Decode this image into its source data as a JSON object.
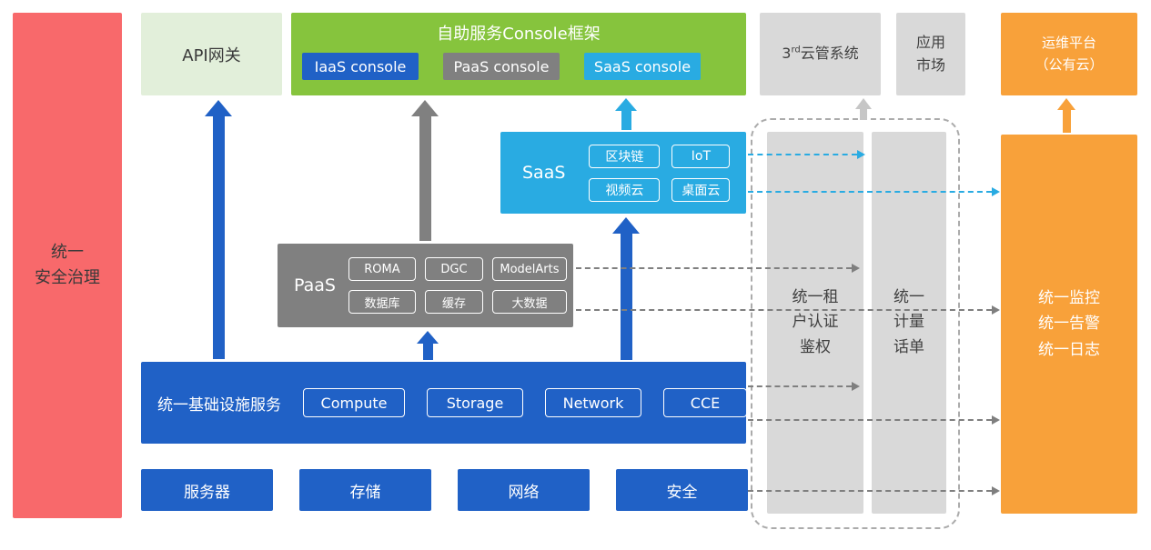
{
  "colors": {
    "red": "#F8696B",
    "light_green": "#E2EFDA",
    "green": "#86C43D",
    "blue": "#2061C6",
    "cyan": "#29ABE2",
    "gray": "#808080",
    "light_gray": "#D9D9D9",
    "orange": "#F8A13A"
  },
  "security_bar": {
    "label": "统一\n安全治理"
  },
  "api_gateway": {
    "label": "API网关"
  },
  "console_frame": {
    "title": "自助服务Console框架",
    "buttons": [
      {
        "label": "IaaS console"
      },
      {
        "label": "PaaS console"
      },
      {
        "label": "SaaS console"
      }
    ]
  },
  "third_cms": {
    "prefix": "3",
    "sup": "rd",
    "rest": "云管系统"
  },
  "app_market": {
    "label": "应用\n市场"
  },
  "om_platform": {
    "label": "运维平台\n（公有云）"
  },
  "saas": {
    "label": "SaaS",
    "chips": [
      "区块链",
      "IoT",
      "视频云",
      "桌面云"
    ]
  },
  "paas": {
    "label": "PaaS",
    "chips": [
      "ROMA",
      "DGC",
      "ModelArts",
      "数据库",
      "缓存",
      "大数据"
    ]
  },
  "iaas": {
    "label": "统一基础设施服务",
    "chips": [
      "Compute",
      "Storage",
      "Network",
      "CCE"
    ]
  },
  "foundation": {
    "items": [
      "服务器",
      "存储",
      "网络",
      "安全"
    ]
  },
  "auth_bar": {
    "label": "统一租\n户认证\n鉴权"
  },
  "metering_bar": {
    "label": "统一\n计量\n话单"
  },
  "monitor_box": {
    "label": "统一监控\n统一告警\n统一日志"
  }
}
